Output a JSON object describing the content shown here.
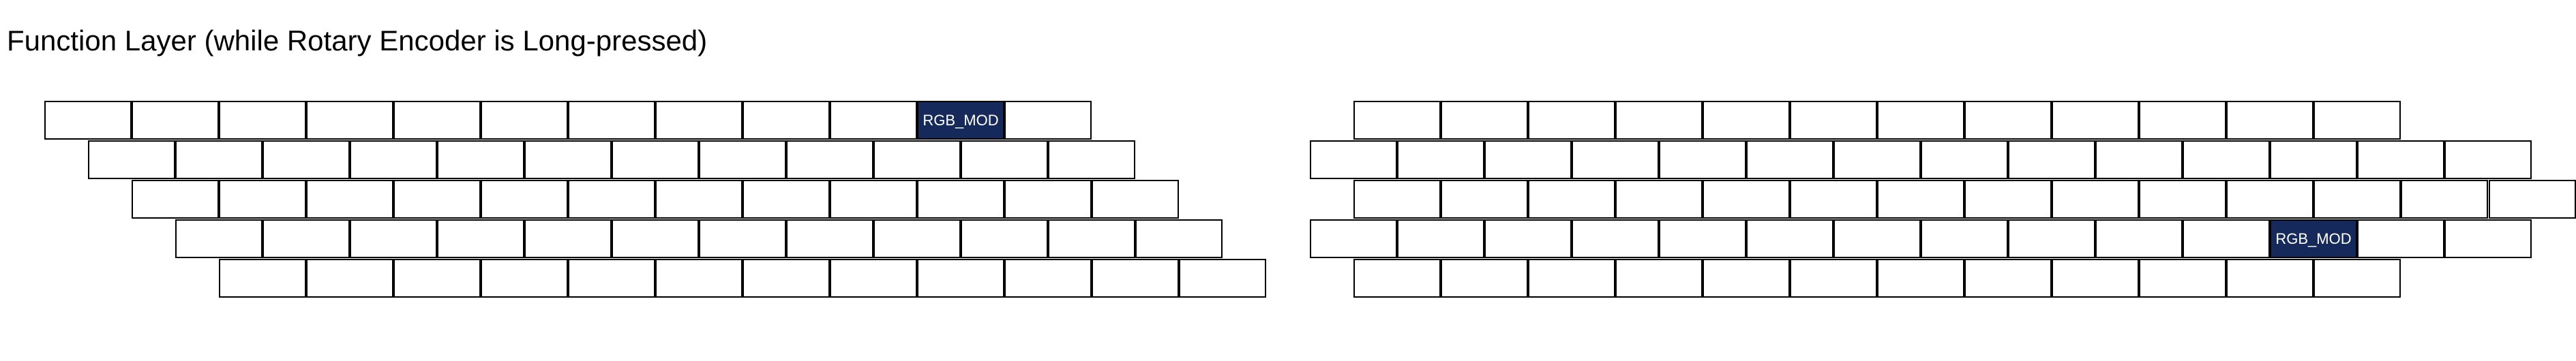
{
  "title": "Function Layer (while Rotary Encoder is Long-pressed)",
  "colors": {
    "highlight": "#152a5a",
    "border": "#000000"
  },
  "left_half": {
    "rows": [
      [
        "",
        "",
        "",
        "",
        "",
        "",
        "",
        "",
        "",
        "",
        "RGB_MOD",
        ""
      ],
      [
        "",
        "",
        "",
        "",
        "",
        "",
        "",
        "",
        "",
        "",
        "",
        ""
      ],
      [
        "",
        "",
        "",
        "",
        "",
        "",
        "",
        "",
        "",
        "",
        "",
        ""
      ],
      [
        "",
        "",
        "",
        "",
        "",
        "",
        "",
        "",
        "",
        "",
        "",
        ""
      ],
      [
        "",
        "",
        "",
        "",
        "",
        "",
        "",
        "",
        "",
        "",
        "",
        ""
      ]
    ]
  },
  "right_half": {
    "rows": [
      [
        "",
        "",
        "",
        "",
        "",
        "",
        "",
        "",
        "",
        "",
        "",
        ""
      ],
      [
        "",
        "",
        "",
        "",
        "",
        "",
        "",
        "",
        "",
        "",
        "",
        "",
        "",
        ""
      ],
      [
        "",
        "",
        "",
        "",
        "",
        "",
        "",
        "",
        "",
        "",
        "",
        "",
        ""
      ],
      [
        "",
        "",
        "",
        "",
        "",
        "",
        "",
        "",
        "",
        "",
        "",
        "RGB_MOD",
        "",
        ""
      ],
      [
        "",
        "",
        "",
        "",
        "",
        "",
        "",
        "",
        "",
        "",
        "",
        ""
      ]
    ]
  },
  "encoder_key": {
    "label": ""
  }
}
